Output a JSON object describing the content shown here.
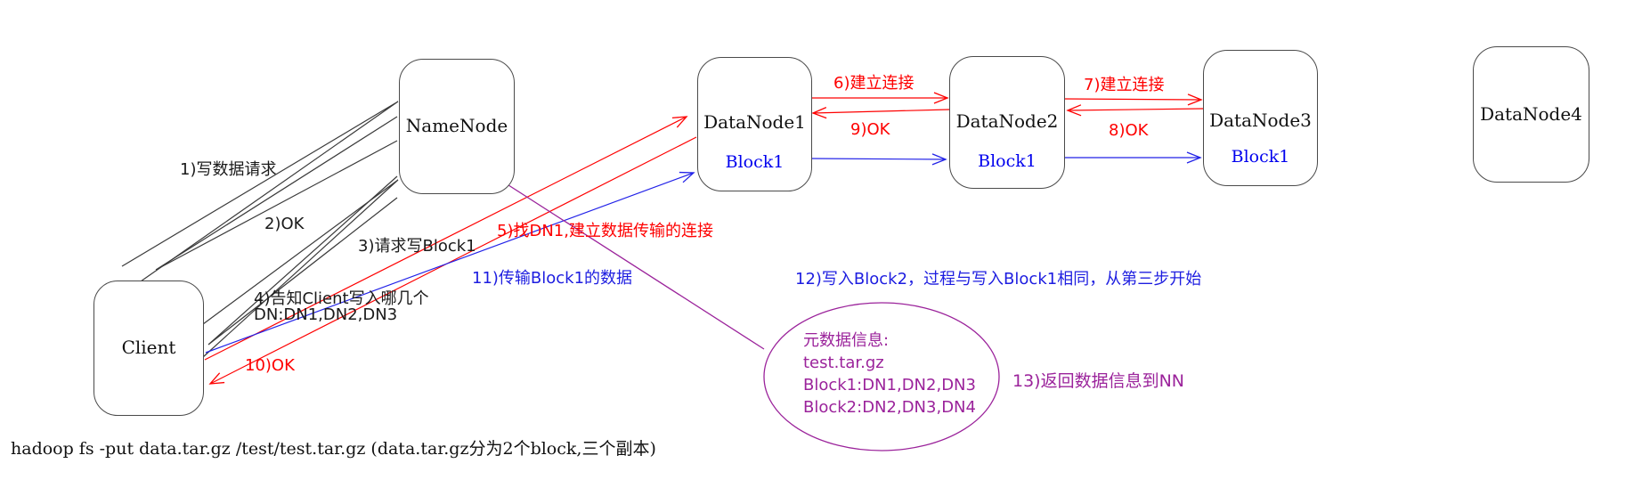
{
  "diagram": {
    "nodes": {
      "client": {
        "label": "Client"
      },
      "namenode": {
        "label": "NameNode"
      },
      "datanode1": {
        "label": "DataNode1",
        "block": "Block1"
      },
      "datanode2": {
        "label": "DataNode2",
        "block": "Block1"
      },
      "datanode3": {
        "label": "DataNode3",
        "block": "Block1"
      },
      "datanode4": {
        "label": "DataNode4"
      }
    },
    "steps": {
      "s1": "1)写数据请求",
      "s2": "2)OK",
      "s3": "3)请求写Block1",
      "s4_line1": "4)告知Client写入哪几个",
      "s4_line2": "DN:DN1,DN2,DN3",
      "s5": "5)找DN1,建立数据传输的连接",
      "s6": "6)建立连接",
      "s7": "7)建立连接",
      "s8": "8)OK",
      "s9": "9)OK",
      "s10": "10)OK",
      "s11": "11)传输Block1的数据",
      "s12": "12)写入Block2，过程与写入Block1相同，从第三步开始",
      "s13": "13)返回数据信息到NN"
    },
    "metadata_note": {
      "lines": [
        "元数据信息:",
        "test.tar.gz",
        "Block1:DN1,DN2,DN3",
        "Block2:DN2,DN3,DN4"
      ]
    },
    "command": "hadoop fs -put data.tar.gz /test/test.tar.gz (data.tar.gz分为2个block,三个副本)",
    "colors": {
      "control_arrow": "#3a3a3a",
      "connect_arrow": "#fe0000",
      "data_arrow": "#0000ff",
      "metadata": "#9b239b"
    }
  }
}
